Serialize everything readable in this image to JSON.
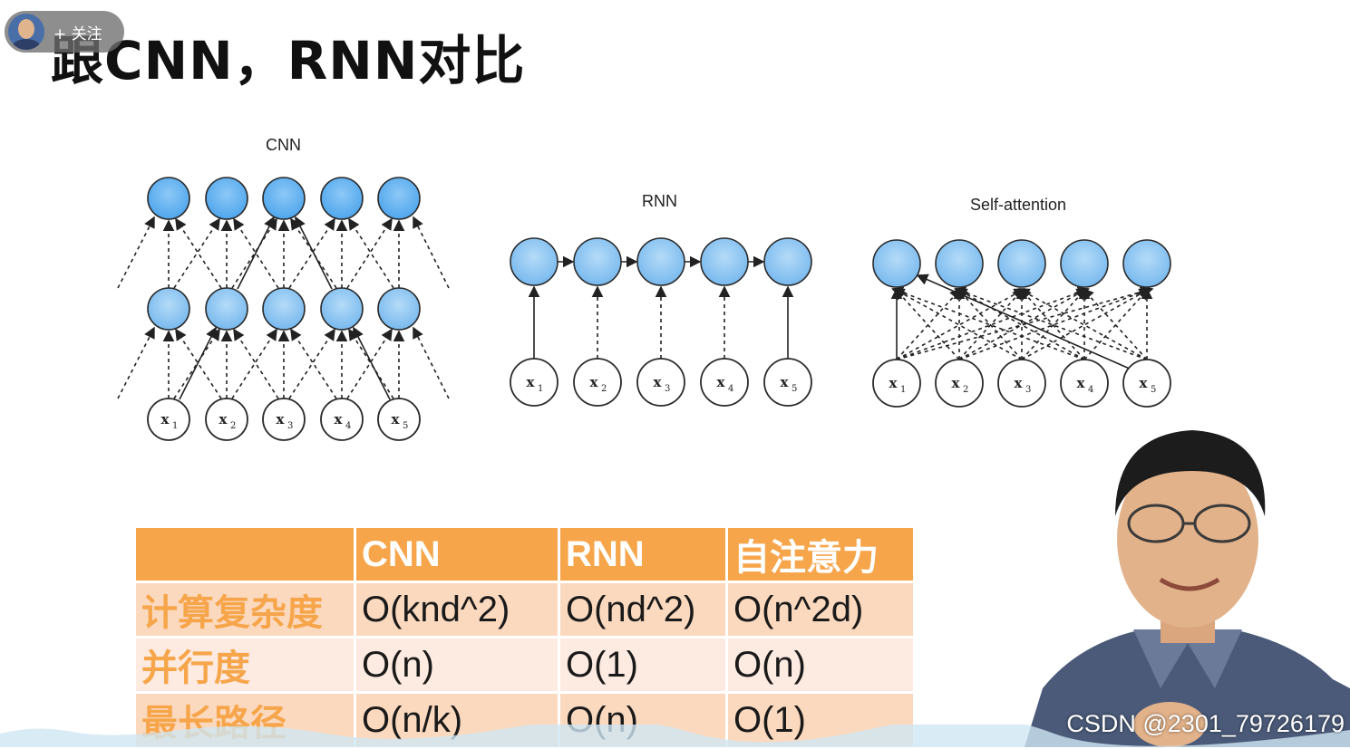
{
  "follow_button": {
    "label": "+ 关注",
    "icon": "user-avatar-icon"
  },
  "slide": {
    "title": "跟CNN，RNN对比",
    "diagrams": {
      "cnn": {
        "title": "CNN",
        "inputs": [
          "x",
          "x",
          "x",
          "x",
          "x"
        ],
        "subscripts": [
          "1",
          "2",
          "3",
          "4",
          "5"
        ]
      },
      "rnn": {
        "title": "RNN",
        "inputs": [
          "x",
          "x",
          "x",
          "x",
          "x"
        ],
        "subscripts": [
          "1",
          "2",
          "3",
          "4",
          "5"
        ]
      },
      "self_attention": {
        "title": "Self-attention",
        "inputs": [
          "x",
          "x",
          "x",
          "x",
          "x"
        ],
        "subscripts": [
          "1",
          "2",
          "3",
          "4",
          "5"
        ]
      }
    },
    "table": {
      "headers": [
        "",
        "CNN",
        "RNN",
        "自注意力"
      ],
      "rows": [
        {
          "label": "计算复杂度",
          "cells": [
            "O(knd^2)",
            "O(nd^2)",
            "O(n^2d)"
          ]
        },
        {
          "label": "并行度",
          "cells": [
            "O(n)",
            "O(1)",
            "O(n)"
          ]
        },
        {
          "label": "最长路径",
          "cells": [
            "O(n/k)",
            "O(n)",
            "O(1)"
          ]
        }
      ]
    }
  },
  "watermark": "CSDN @2301_79726179",
  "colors": {
    "node_fill": "#5aaef0",
    "node_stroke": "#2b2b2b",
    "header_orange": "#f6a54a",
    "row_light": "#fbd9bf",
    "row_lighter": "#fdeae0"
  }
}
